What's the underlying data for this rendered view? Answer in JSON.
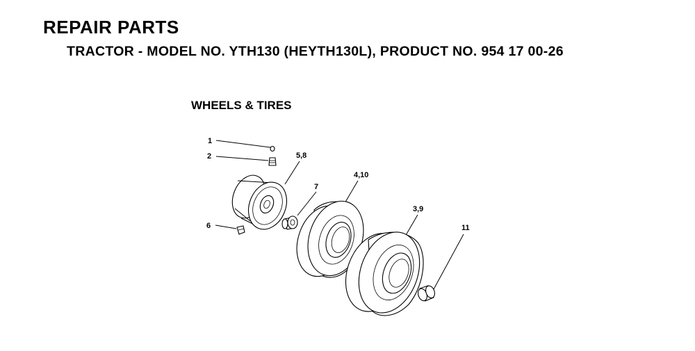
{
  "header": {
    "title": "REPAIR PARTS",
    "subtitle": "TRACTOR - MODEL NO. YTH130 (HEYTH130L), PRODUCT NO. 954 17 00-26"
  },
  "section": {
    "title": "WHEELS & TIRES"
  },
  "callouts": {
    "c1": "1",
    "c2": "2",
    "c58": "5,8",
    "c7": "7",
    "c410": "4,10",
    "c39": "3,9",
    "c6": "6",
    "c11": "11"
  },
  "parts": [
    "valve-cap",
    "valve-stem",
    "rim",
    "bushing",
    "front-tire",
    "rear-tire",
    "lug-bolt",
    "hub-cap"
  ]
}
